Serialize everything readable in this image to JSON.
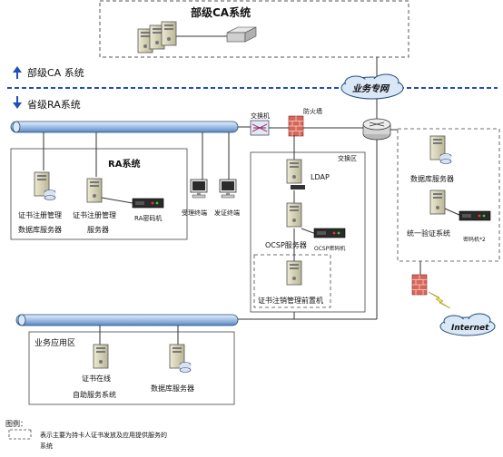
{
  "top_box": {
    "title": "部级CA系统"
  },
  "divider": {
    "upper_label": "部级CA 系统",
    "lower_label": "省级RA系统",
    "network_label": "业务专网"
  },
  "ra_system": {
    "title": "RA系统",
    "servers": [
      {
        "label_line1": "证书注册管理",
        "label_line2": "数据库服务器"
      },
      {
        "label_line1": "证书注册管理",
        "label_line2": "服务器"
      }
    ],
    "crypto_label": "RA密码机"
  },
  "terminals": [
    {
      "label": "受理终端"
    },
    {
      "label": "发证终端"
    }
  ],
  "switch_label": "交换机",
  "firewall_label": "防火墙",
  "exchange_zone": {
    "title": "交换区",
    "ldap_label": "LDAP",
    "ocsp_label": "OCSP服务器",
    "ocsp_crypto_label": "OCSP密码机",
    "key_device_label": "证书注销管理前置机"
  },
  "right_box": {
    "db_label": "数据库服务器",
    "auth_label": "统一验证系统",
    "crypto_label": "密码机*2"
  },
  "internet_label": "Internet",
  "business_zone": {
    "title": "业务应用区",
    "server1_line1": "证书在线",
    "server1_line2": "自助服务系统",
    "server2_label": "数据库服务器"
  },
  "legend": {
    "title": "图例：",
    "text_line1": "表示主要为持卡人证书发放及应用提供服务的",
    "text_line2": "系统"
  },
  "colors": {
    "bus_fill": "#c5d9f1",
    "bus_stroke": "#1f4e79",
    "server": "#c9c6a8",
    "firewall": "#c0504d",
    "cloud": "#d9e7f7",
    "arrow_blue": "#1f4fbf"
  }
}
